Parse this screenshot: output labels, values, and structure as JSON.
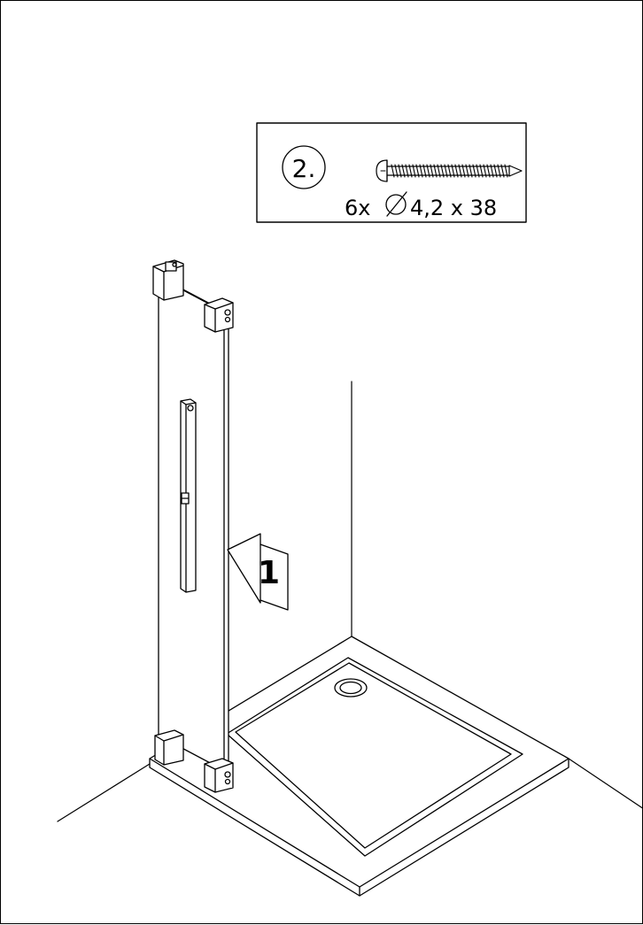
{
  "step": {
    "number": "2."
  },
  "hardware": {
    "quantity": "6x",
    "spec": "4,2 x 38",
    "symbol": "diameter-icon",
    "item_icon": "screw-icon"
  },
  "callout": {
    "label": "1",
    "icon": "arrow-icon"
  }
}
